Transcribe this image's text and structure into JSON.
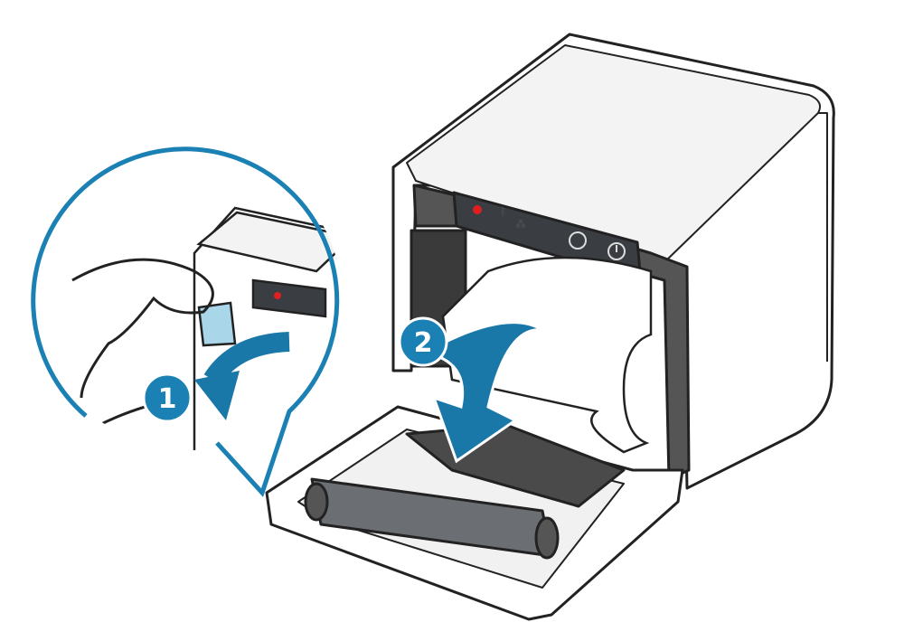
{
  "steps": [
    {
      "number": "1",
      "action": "pull-cover-lever"
    },
    {
      "number": "2",
      "action": "open-cover"
    }
  ],
  "colors": {
    "accent": "#1b80b3",
    "arrow": "#1a78a8",
    "outline": "#222222",
    "body": "#ffffff",
    "panel": "#3a3d42",
    "roller": "#6b6e72",
    "led_red": "#e02020"
  },
  "icons": [
    "power-icon",
    "feed-icon",
    "error-led-icon",
    "bluetooth-icon",
    "network-icon"
  ]
}
